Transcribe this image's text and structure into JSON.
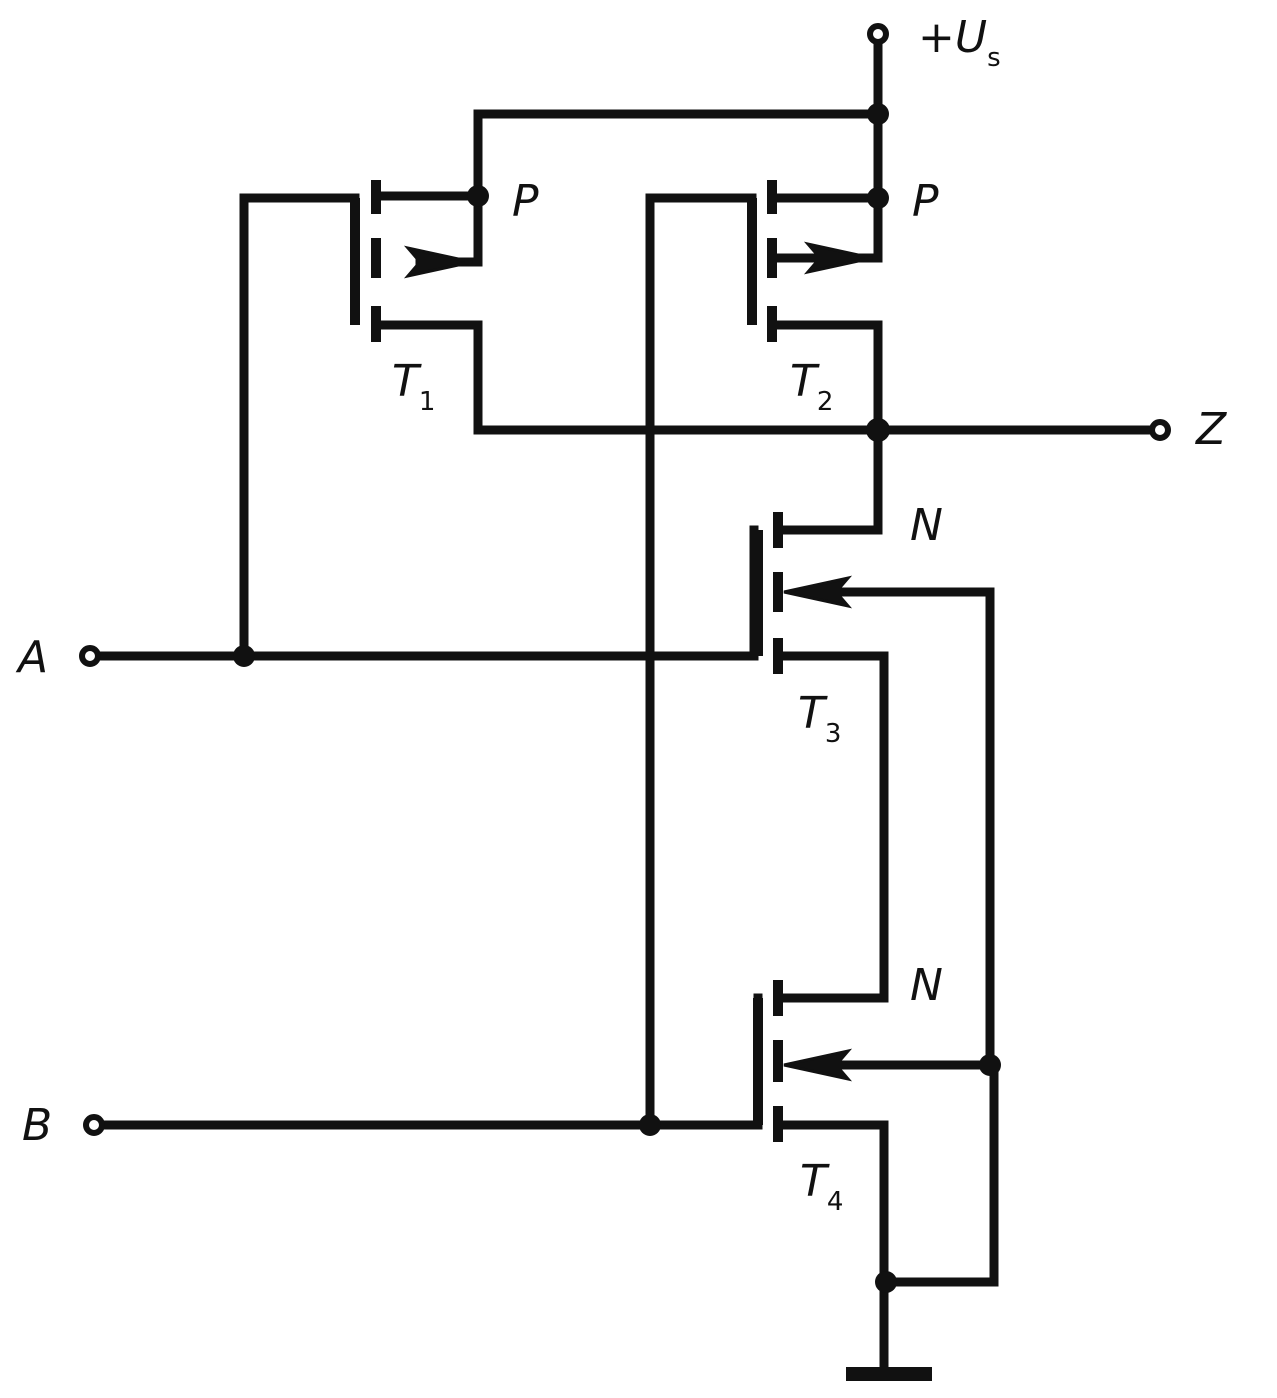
{
  "labels": {
    "supply": "+U",
    "supply_sub": "s",
    "output": "Z",
    "input_a": "A",
    "input_b": "B",
    "t1_type": "P",
    "t2_type": "P",
    "t3_type": "N",
    "t4_type": "N",
    "t1": "T",
    "t1_sub": "1",
    "t2": "T",
    "t2_sub": "2",
    "t3": "T",
    "t3_sub": "3",
    "t4": "T",
    "t4_sub": "4"
  },
  "colors": {
    "ink": "#111111",
    "background": "#ffffff"
  }
}
